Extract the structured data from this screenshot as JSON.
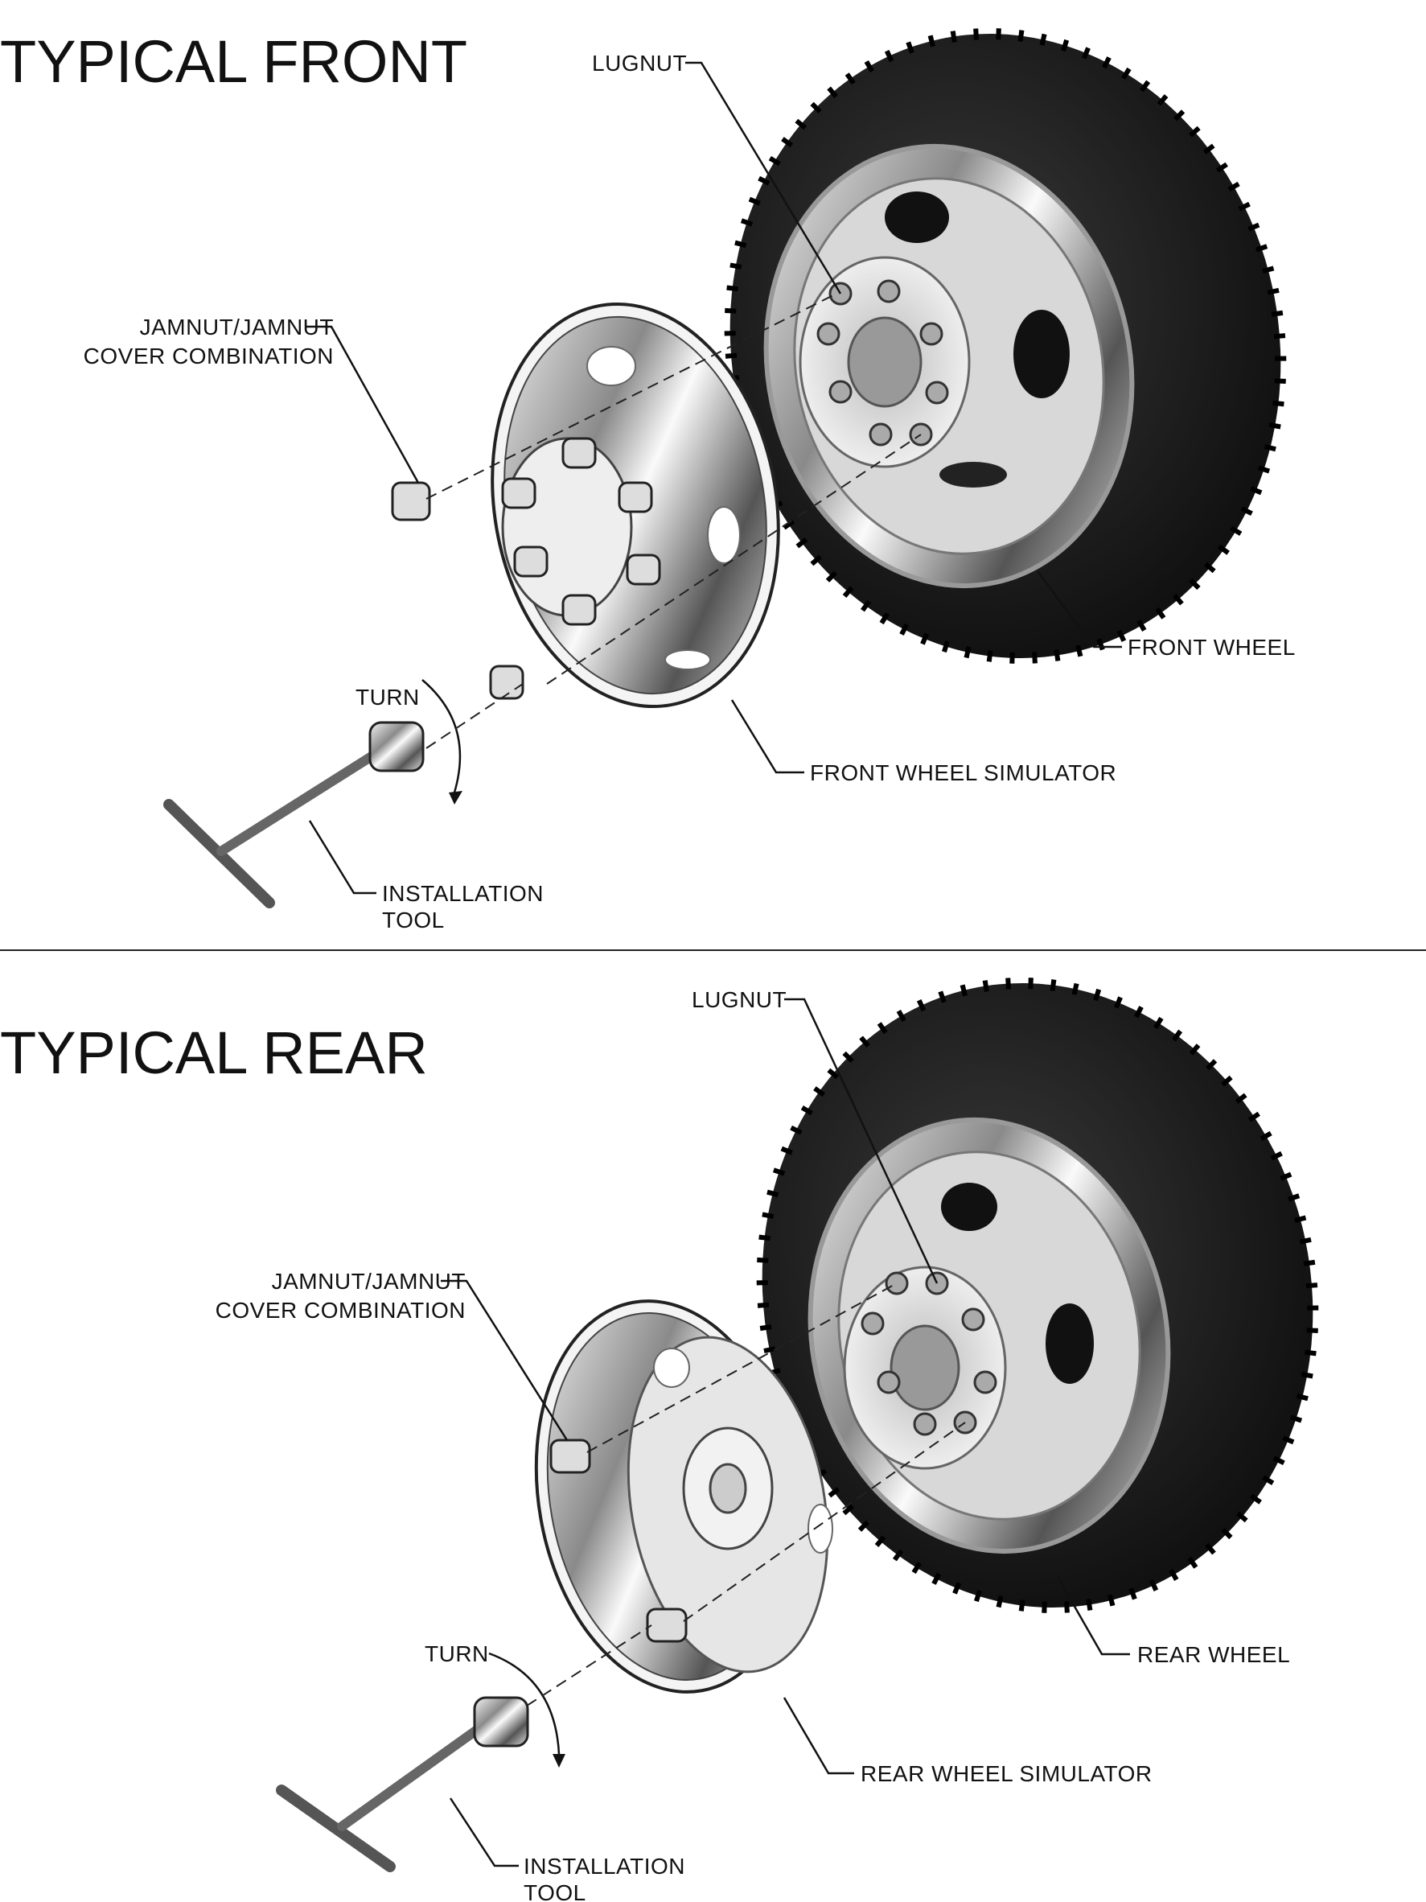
{
  "front": {
    "title": "TYPICAL FRONT",
    "labels": {
      "lugnut": "LUGNUT",
      "jamnut_line1": "JAMNUT/JAMNUT",
      "jamnut_line2": "COVER COMBINATION",
      "wheel": "FRONT WHEEL",
      "simulator": "FRONT WHEEL SIMULATOR",
      "turn": "TURN",
      "tool_line1": "INSTALLATION",
      "tool_line2": "TOOL"
    }
  },
  "rear": {
    "title": "TYPICAL REAR",
    "labels": {
      "lugnut": "LUGNUT",
      "jamnut_line1": "JAMNUT/JAMNUT",
      "jamnut_line2": "COVER COMBINATION",
      "wheel": "REAR WHEEL",
      "simulator": "REAR WHEEL SIMULATOR",
      "turn": "TURN",
      "tool_line1": "INSTALLATION",
      "tool_line2": "TOOL"
    }
  },
  "colors": {
    "tire": "#1c1c1c",
    "chrome": "#c9c9c9",
    "ink": "#111111"
  }
}
